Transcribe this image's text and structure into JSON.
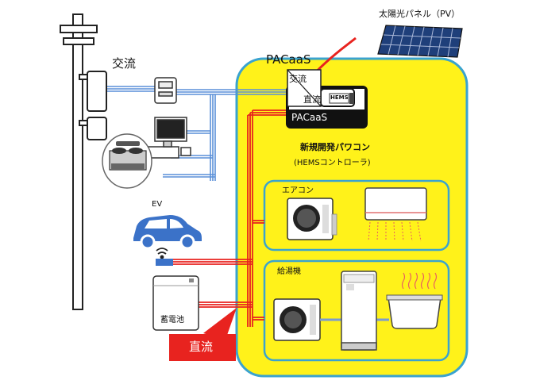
{
  "labels": {
    "ac_grid": "交流",
    "pv_panel": "太陽光パネル（PV）",
    "pacaas_title": "PACaaS",
    "converter_ac": "交流",
    "converter_dc": "直流",
    "hems_badge": "HEMS",
    "pacaas_device": "PACaaS",
    "new_pcs": "新規開発パワコン",
    "hems_controller": "(HEMSコントローラ)",
    "air_conditioner": "エアコン",
    "ev": "EV",
    "water_heater": "給湯機",
    "battery": "蓄電池",
    "dc_callout": "直流"
  },
  "colors": {
    "ac_line": "#5a8fd8",
    "dc_line": "#e8231f",
    "pacaas_region": "#fff21a",
    "region_border": "#3aa3cf",
    "dc_callout_bg": "#e8231f",
    "ev_car": "#3b72c8"
  },
  "icons": [
    "utility-pole-icon",
    "electric-meter-icon",
    "pv-panel-icon",
    "computer-icon",
    "stove-icon",
    "ev-car-icon",
    "wifi-icon",
    "battery-icon",
    "converter-icon",
    "hems-icon",
    "ac-indoor-unit-icon",
    "ac-outdoor-unit-icon",
    "heat-pump-outdoor-icon",
    "hot-water-tank-icon",
    "bathtub-icon"
  ]
}
